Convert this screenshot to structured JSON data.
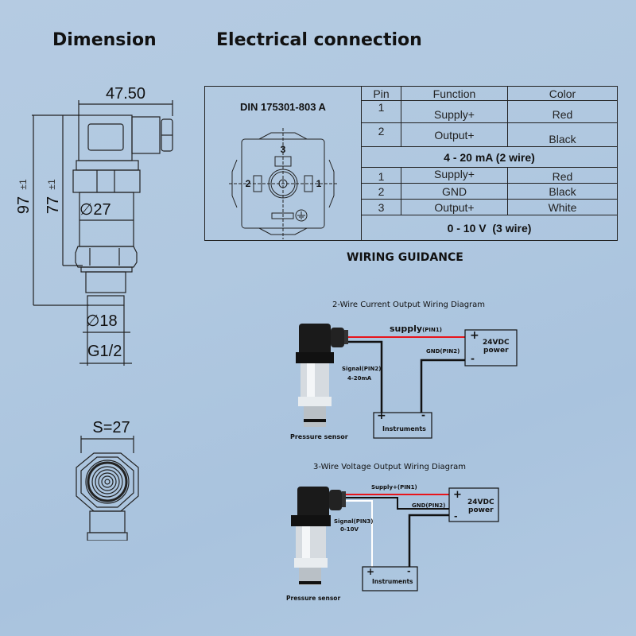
{
  "headings": {
    "dimension": "Dimension",
    "electrical": "Electrical connection",
    "wiring_guidance": "WIRING GUIDANCE"
  },
  "dimension_drawing": {
    "width_label": "47.50",
    "total_height": "97",
    "body_height": "77",
    "tolerance": "±1",
    "body_diameter": "∅27",
    "port_diameter": "∅18",
    "thread": "G1/2",
    "hex_size": "S=27"
  },
  "connector": {
    "standard": "DIN 175301-803 A",
    "pins": [
      "1",
      "2",
      "3"
    ],
    "ground_icon": "earth-ground-icon"
  },
  "pin_table": {
    "headers": [
      "Pin",
      "Function",
      "Color"
    ],
    "two_wire": {
      "rows": [
        {
          "pin": "1",
          "function": "Supply+",
          "color": "Red"
        },
        {
          "pin": "2",
          "function": "Output+",
          "color": "Black"
        }
      ],
      "caption": "4 - 20 mA (2 wire)"
    },
    "three_wire": {
      "rows": [
        {
          "pin": "1",
          "function": "Supply+",
          "color": "Red"
        },
        {
          "pin": "2",
          "function": "GND",
          "color": "Black"
        },
        {
          "pin": "3",
          "function": "Output+",
          "color": "White"
        }
      ],
      "caption": "0 - 10 V  (3 wire)"
    }
  },
  "wiring": {
    "two_wire": {
      "title": "2-Wire  Current Output Wiring Diagram",
      "supply_label": "supply",
      "supply_pin": "(PIN1)",
      "gnd_label": "GND(PIN2)",
      "signal_label": "Signal(PIN2)",
      "signal_range": "4-20mA",
      "power_label_1": "24VDC",
      "power_label_2": "power",
      "instruments_label": "Instruments",
      "sensor_label": "Pressure sensor",
      "plus": "+",
      "minus": "-"
    },
    "three_wire": {
      "title": "3-Wire  Voltage Output Wiring Diagram",
      "supply_label": "Supply+(PIN1)",
      "gnd_label": "GND(PIN2)",
      "signal_label": "Signal(PIN3)",
      "signal_range": "0-10V",
      "power_label_1": "24VDC",
      "power_label_2": "power",
      "instruments_label": "Instruments",
      "sensor_label": "Pressure sensor",
      "plus": "+",
      "minus": "-"
    },
    "colors": {
      "supply_wire": "#e8141b",
      "gnd_wire": "#111111",
      "signal_wire_3w": "#ffffff"
    }
  }
}
